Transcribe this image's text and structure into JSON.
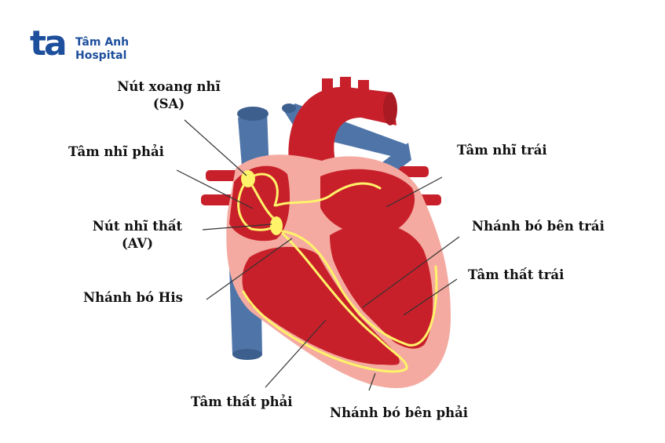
{
  "logo": {
    "mark": "ta",
    "line1": "Tâm Anh",
    "line2": "Hospital"
  },
  "labels": {
    "sa_node": "Nút xoang nhĩ",
    "sa_node_abbr": "(SA)",
    "right_atrium": "Tâm nhĩ phải",
    "av_node": "Nút nhĩ thất",
    "av_node_abbr": "(AV)",
    "bundle_of_his": "Nhánh bó His",
    "right_ventricle": "Tâm thất phải",
    "right_bundle_branch": "Nhánh bó bên phải",
    "left_atrium": "Tâm nhĩ trái",
    "left_bundle_branch": "Nhánh bó bên trái",
    "left_ventricle": "Tâm thất trái"
  },
  "colors": {
    "brand": "#1d4f9c",
    "muscle": "#c8202a",
    "wall": "#f4aaa0",
    "vein": "#4f75a8",
    "conduction": "#fff36a"
  }
}
